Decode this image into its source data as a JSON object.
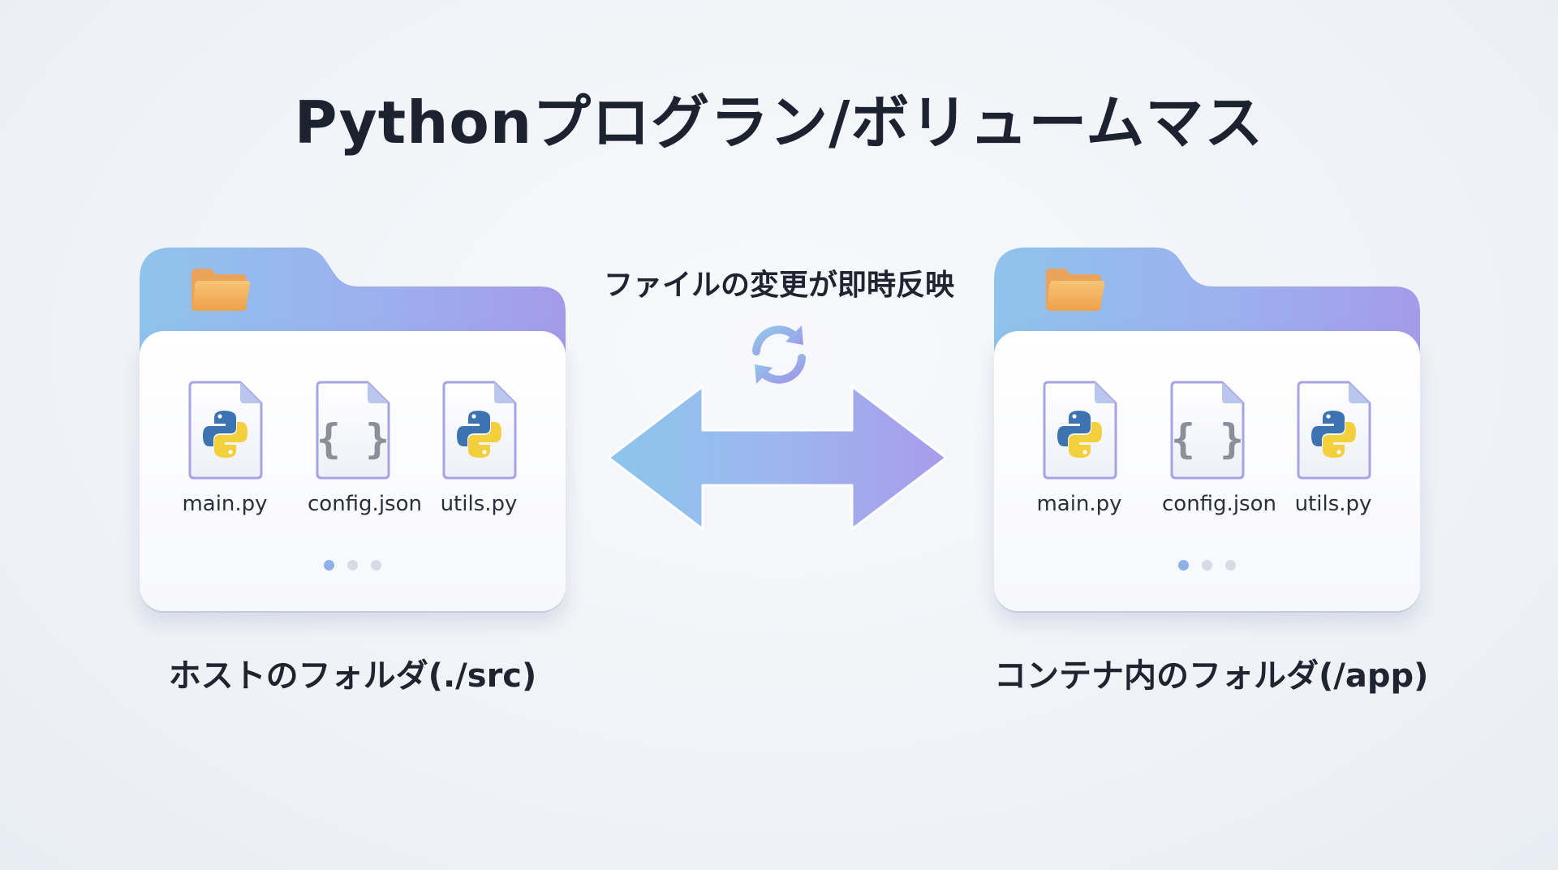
{
  "title": "Pythonプログラン/ボリュームマス",
  "sync": {
    "label": "ファイルの変更が即時反映",
    "icon": "sync-icon",
    "arrow_icon": "double-arrow-icon"
  },
  "folders": [
    {
      "label": "ホストのフォルダ(./src)",
      "icon": "folder-icon",
      "files": [
        {
          "name": "main.py",
          "icon": "python-file-icon"
        },
        {
          "name": "config.json",
          "icon": "json-file-icon"
        },
        {
          "name": "utils.py",
          "icon": "python-file-icon"
        }
      ],
      "pagination": {
        "pages": 3,
        "active": 1
      }
    },
    {
      "label": "コンテナ内のフォルダ(/app)",
      "icon": "folder-icon",
      "files": [
        {
          "name": "main.py",
          "icon": "python-file-icon"
        },
        {
          "name": "config.json",
          "icon": "json-file-icon"
        },
        {
          "name": "utils.py",
          "icon": "python-file-icon"
        }
      ],
      "pagination": {
        "pages": 3,
        "active": 1
      }
    }
  ],
  "colors": {
    "folder_gradient_start": "#8fc3ec",
    "folder_gradient_end": "#a49bea",
    "python_blue": "#3b74b0",
    "python_yellow": "#f3cf3e",
    "accent_dot": "#8fb0e6"
  }
}
